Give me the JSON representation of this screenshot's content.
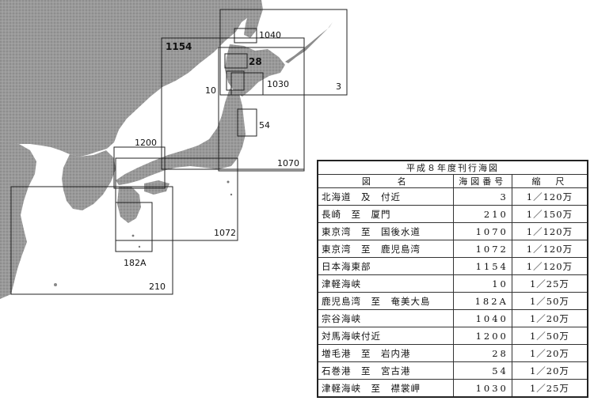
{
  "map": {
    "charts": [
      {
        "label": "1040"
      },
      {
        "label": "1154"
      },
      {
        "label": "28"
      },
      {
        "label": "10"
      },
      {
        "label": "1030"
      },
      {
        "label": "3"
      },
      {
        "label": "54"
      },
      {
        "label": "1200"
      },
      {
        "label": "1070"
      },
      {
        "label": "1072"
      },
      {
        "label": "182A"
      },
      {
        "label": "210"
      }
    ]
  },
  "table": {
    "title": "平成８年度刊行海図",
    "headers": {
      "name": "図　　名",
      "number": "海図番号",
      "scale": "縮　尺"
    },
    "rows": [
      {
        "name": "北海道　及　付近",
        "number": "3",
        "scale": "1／120万"
      },
      {
        "name": "長崎　至　厦門",
        "number": "210",
        "scale": "1／150万"
      },
      {
        "name": "東京湾　至　国後水道",
        "number": "1070",
        "scale": "1／120万"
      },
      {
        "name": "東京湾　至　鹿児島湾",
        "number": "1072",
        "scale": "1／120万"
      },
      {
        "name": "日本海東部",
        "number": "1154",
        "scale": "1／120万"
      },
      {
        "name": "津軽海峡",
        "number": "10",
        "scale": "1／25万"
      },
      {
        "name": "鹿児島湾　至　奄美大島",
        "number": "182A",
        "scale": "1／50万"
      },
      {
        "name": "宗谷海峡",
        "number": "1040",
        "scale": "1／20万"
      },
      {
        "name": "対馬海峡付近",
        "number": "1200",
        "scale": "1／50万"
      },
      {
        "name": "増毛港　至　岩内港",
        "number": "28",
        "scale": "1／20万"
      },
      {
        "name": "石巻港　至　宮古港",
        "number": "54",
        "scale": "1／20万"
      },
      {
        "name": "津軽海峡　至　襟裳岬",
        "number": "1030",
        "scale": "1／25万"
      }
    ]
  }
}
